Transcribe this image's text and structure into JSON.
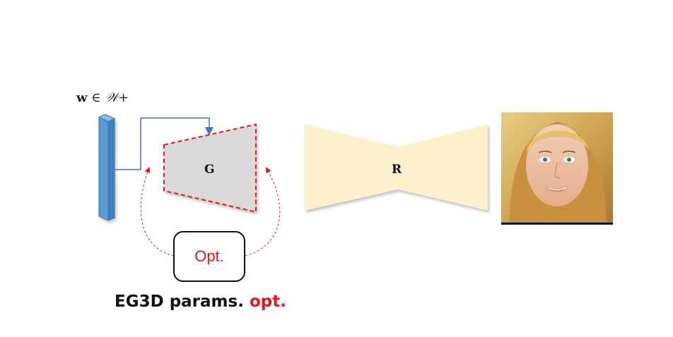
{
  "latent": {
    "symbol": "w",
    "relation": "∈",
    "space": "𝒲+"
  },
  "generator": {
    "label": "G"
  },
  "renderer": {
    "label": "R"
  },
  "optimizer": {
    "label": "Opt."
  },
  "caption": {
    "main": "EG3D params.",
    "accent": "opt."
  },
  "output_image": {
    "icon": "face-photo-icon"
  },
  "colors": {
    "latent_bar": "#5b9bd5",
    "generator_fill": "#d9d9d9",
    "generator_border": "#e8141c",
    "renderer_fill": "#fdf0cc",
    "arrow_blue": "#4472c4",
    "accent_red": "#e8141c"
  }
}
